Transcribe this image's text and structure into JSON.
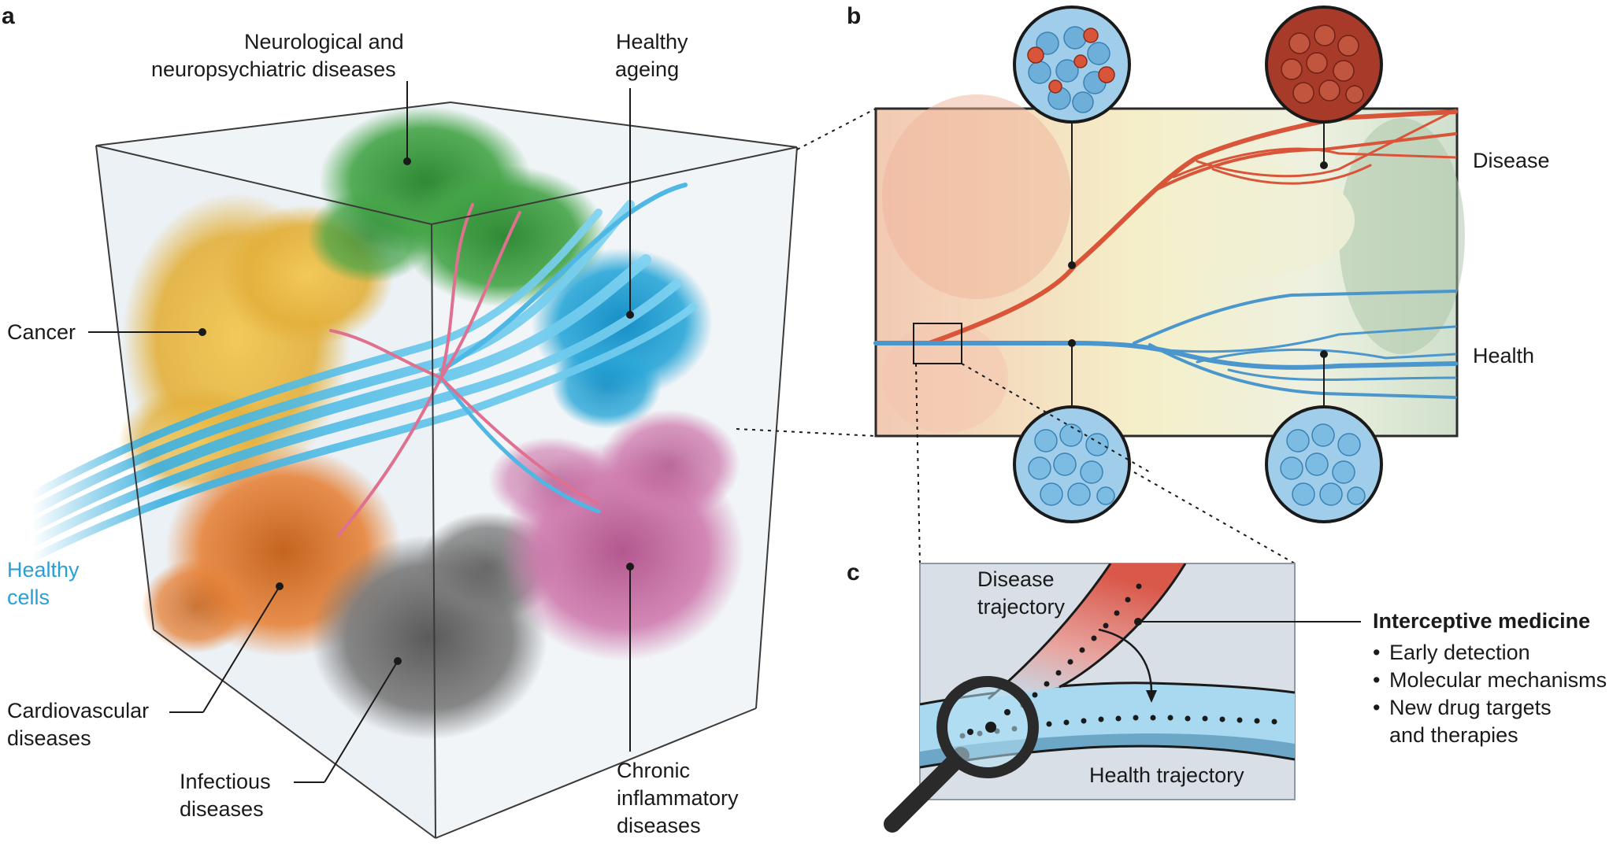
{
  "panels": {
    "a": {
      "letter": "a",
      "labels": {
        "neuro_line1": "Neurological and",
        "neuro_line2": "neuropsychiatric diseases",
        "ageing_line1": "Healthy",
        "ageing_line2": "ageing",
        "cancer": "Cancer",
        "healthy_cells_line1": "Healthy",
        "healthy_cells_line2": "cells",
        "cardio_line1": "Cardiovascular",
        "cardio_line2": "diseases",
        "infectious_line1": "Infectious",
        "infectious_line2": "diseases",
        "chronic_line1": "Chronic",
        "chronic_line2": "inflammatory",
        "chronic_line3": "diseases"
      }
    },
    "b": {
      "letter": "b",
      "labels": {
        "disease": "Disease",
        "health": "Health"
      }
    },
    "c": {
      "letter": "c",
      "labels": {
        "disease_traj_line1": "Disease",
        "disease_traj_line2": "trajectory",
        "health_traj": "Health trajectory"
      },
      "callout": {
        "title": "Interceptive medicine",
        "bullets": [
          "Early detection",
          "Molecular mechanisms",
          "New drug targets",
          "and therapies"
        ]
      }
    }
  },
  "colors": {
    "healthy_blue": "#2a9fd6",
    "cancer_yellow": "#e8b640",
    "neuro_green": "#3f9a3f",
    "ageing_cyan": "#1d9bd0",
    "cardio_orange": "#d9772f",
    "infectious_grey": "#6b6b6b",
    "chronic_pink": "#c86fa3",
    "disease_red": "#d9553a",
    "health_blue": "#5aa6d6"
  }
}
